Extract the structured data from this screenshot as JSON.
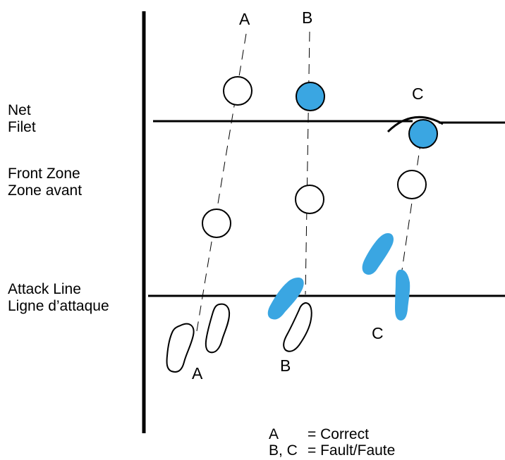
{
  "labels": {
    "net_en": "Net",
    "net_fr": "Filet",
    "front_en": "Front Zone",
    "front_fr": "Zone avant",
    "attack_en": "Attack Line",
    "attack_fr": "Ligne d’attaque"
  },
  "players": {
    "a_top": "A",
    "b_top": "B",
    "c_top": "C",
    "a_bottom": "A",
    "b_bottom": "B",
    "c_bottom": "C"
  },
  "legend": {
    "line1_key": "A",
    "line1_value": "= Correct",
    "line2_key": "B, C",
    "line2_value": "= Fault/Faute"
  },
  "colors": {
    "fault_blue": "#3aa6e2",
    "line": "#000000"
  },
  "icons": [
    "ball-icon",
    "footprint-icon"
  ]
}
